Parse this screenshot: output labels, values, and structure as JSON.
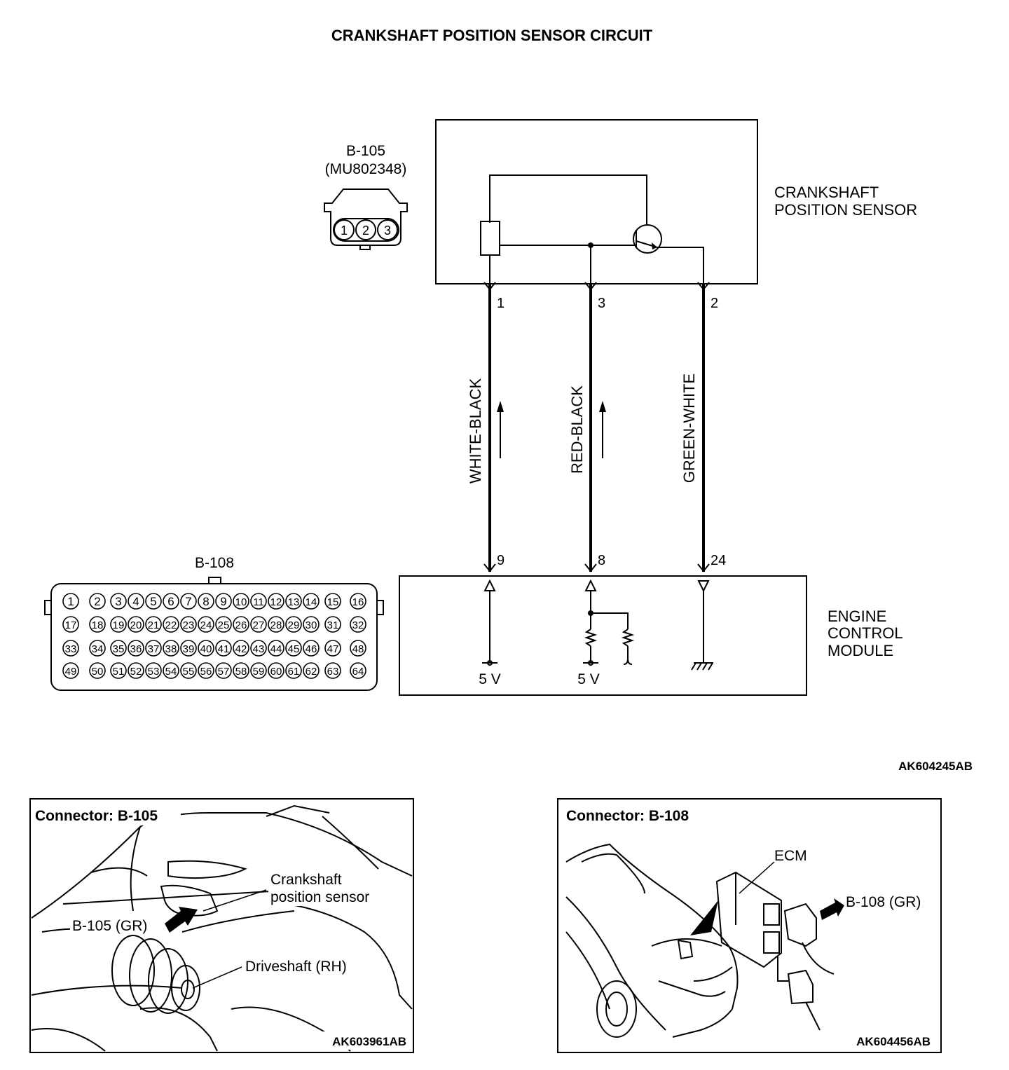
{
  "title": "CRANKSHAFT POSITION SENSOR CIRCUIT",
  "b105_connector": {
    "label": "B-105",
    "part_number": "(MU802348)",
    "pins": [
      "1",
      "2",
      "3"
    ]
  },
  "sensor": {
    "label_line1": "CRANKSHAFT",
    "label_line2": "POSITION SENSOR",
    "pins": [
      "1",
      "3",
      "2"
    ]
  },
  "wires": [
    "WHITE-BLACK",
    "RED-BLACK",
    "GREEN-WHITE"
  ],
  "ecm": {
    "label_line1": "ENGINE",
    "label_line2": "CONTROL",
    "label_line3": "MODULE",
    "pins": [
      "9",
      "8",
      "24"
    ],
    "supply1": "5 V",
    "supply2": "5 V"
  },
  "b108_connector": {
    "label": "B-108",
    "row1": [
      "1",
      "2",
      "3",
      "4",
      "5",
      "6",
      "7",
      "8",
      "9",
      "10",
      "11",
      "12",
      "13",
      "14",
      "15",
      "16"
    ],
    "row2": [
      "17",
      "18",
      "19",
      "20",
      "21",
      "22",
      "23",
      "24",
      "25",
      "26",
      "27",
      "28",
      "29",
      "30",
      "31",
      "32"
    ],
    "row3": [
      "33",
      "34",
      "35",
      "36",
      "37",
      "38",
      "39",
      "40",
      "41",
      "42",
      "43",
      "44",
      "45",
      "46",
      "47",
      "48"
    ],
    "row4": [
      "49",
      "50",
      "51",
      "52",
      "53",
      "54",
      "55",
      "56",
      "57",
      "58",
      "59",
      "60",
      "61",
      "62",
      "63",
      "64"
    ]
  },
  "diagram_code": "AK604245AB",
  "panel_left": {
    "title": "Connector: B-105",
    "label_sensor_1": "Crankshaft",
    "label_sensor_2": "position sensor",
    "label_connector": "B-105 (GR)",
    "label_driveshaft": "Driveshaft (RH)",
    "code": "AK603961AB"
  },
  "panel_right": {
    "title": "Connector: B-108",
    "label_ecm": "ECM",
    "label_connector": "B-108 (GR)",
    "code": "AK604456AB"
  }
}
